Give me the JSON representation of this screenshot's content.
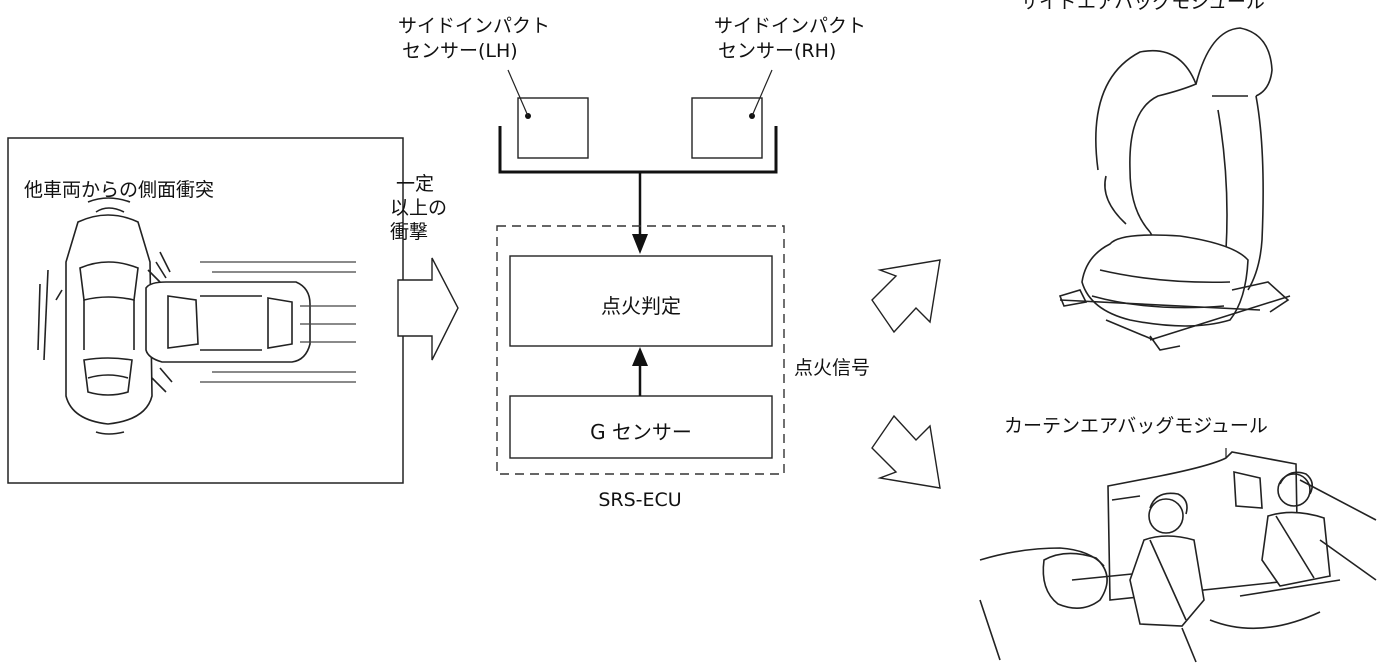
{
  "impact": {
    "title": "他車両からの側面衝突"
  },
  "shock": {
    "lines": [
      "一定",
      "以上の",
      "衝撃"
    ]
  },
  "sensors": {
    "lh": {
      "line1": "サイドインパクト",
      "line2": "センサー(LH)"
    },
    "rh": {
      "line1": "サイドインパクト",
      "line2": "センサー(RH)"
    }
  },
  "ecu": {
    "ignition_block": "点火判定",
    "gsensor_block": "G センサー",
    "label": "SRS-ECU"
  },
  "signal_label": "点火信号",
  "outputs": {
    "side_airbag": "サイドエアバッグモジュール",
    "curtain_airbag": "カーテンエアバッグモジュール"
  }
}
